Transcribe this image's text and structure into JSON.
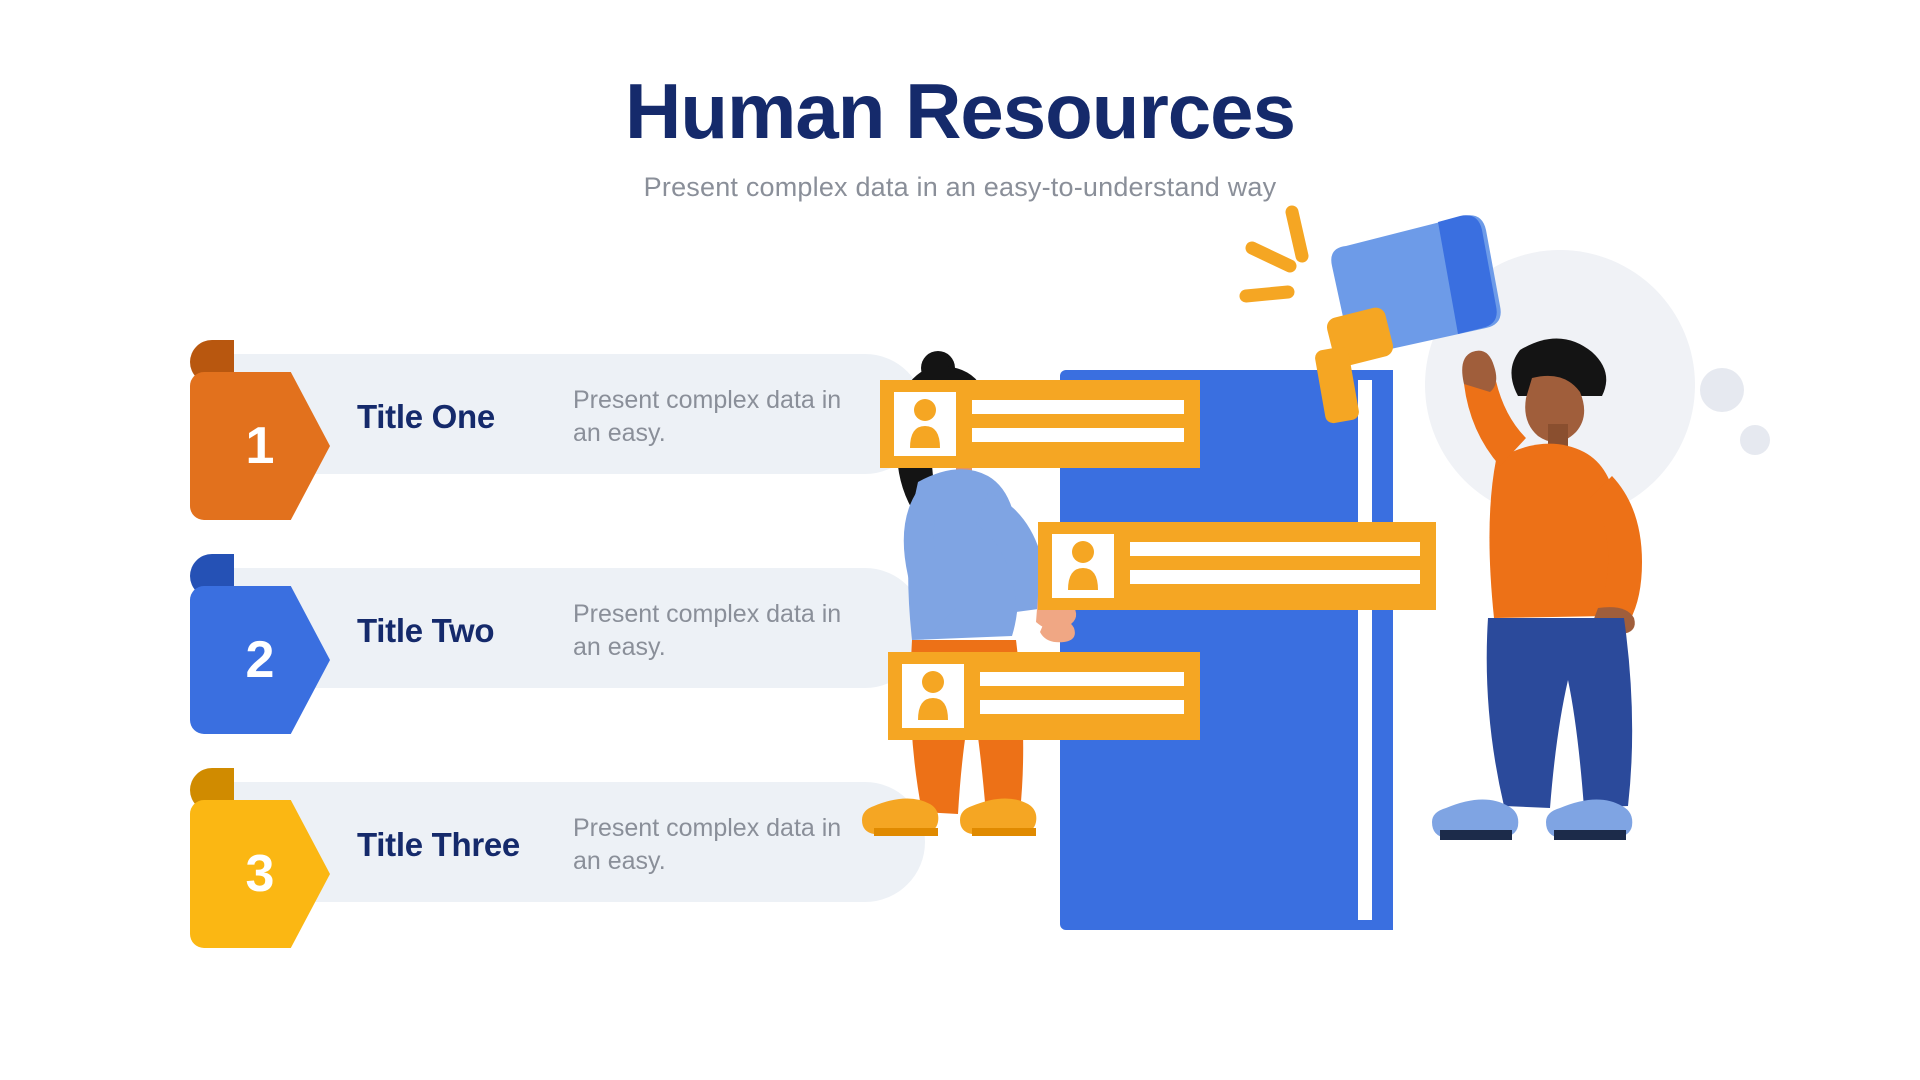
{
  "header": {
    "title": "Human Resources",
    "subtitle": "Present complex data in an easy-to-understand way"
  },
  "colors": {
    "title_navy": "#152A6B",
    "subtitle_gray": "#8A8F99",
    "pill_bg": "#EDF1F6",
    "row1_accent": "#E2711D",
    "row2_accent": "#3A6FE0",
    "row3_accent": "#FBB713",
    "illus_blue": "#3A6FE0",
    "illus_light_blue": "#6D9BE8",
    "illus_orange": "#ED7117",
    "illus_yellow": "#F5A623",
    "illus_navy": "#2B4A9B",
    "page_bg": "#FFFFFF"
  },
  "list": {
    "items": [
      {
        "number": "1",
        "title": "Title One",
        "description": "Present complex data in an easy.",
        "accent": "#E2711D"
      },
      {
        "number": "2",
        "title": "Title Two",
        "description": "Present complex data in an easy.",
        "accent": "#3A6FE0"
      },
      {
        "number": "3",
        "title": "Title Three",
        "description": "Present complex data in an easy.",
        "accent": "#FBB713"
      }
    ]
  },
  "illustration": {
    "name": "hr-team-announcement-illustration",
    "elements": [
      "woman-standing-left",
      "man-with-megaphone-right",
      "blue-board-panel",
      "employee-id-card-1",
      "employee-id-card-2",
      "employee-id-card-3",
      "megaphone",
      "decorative-circles"
    ]
  }
}
